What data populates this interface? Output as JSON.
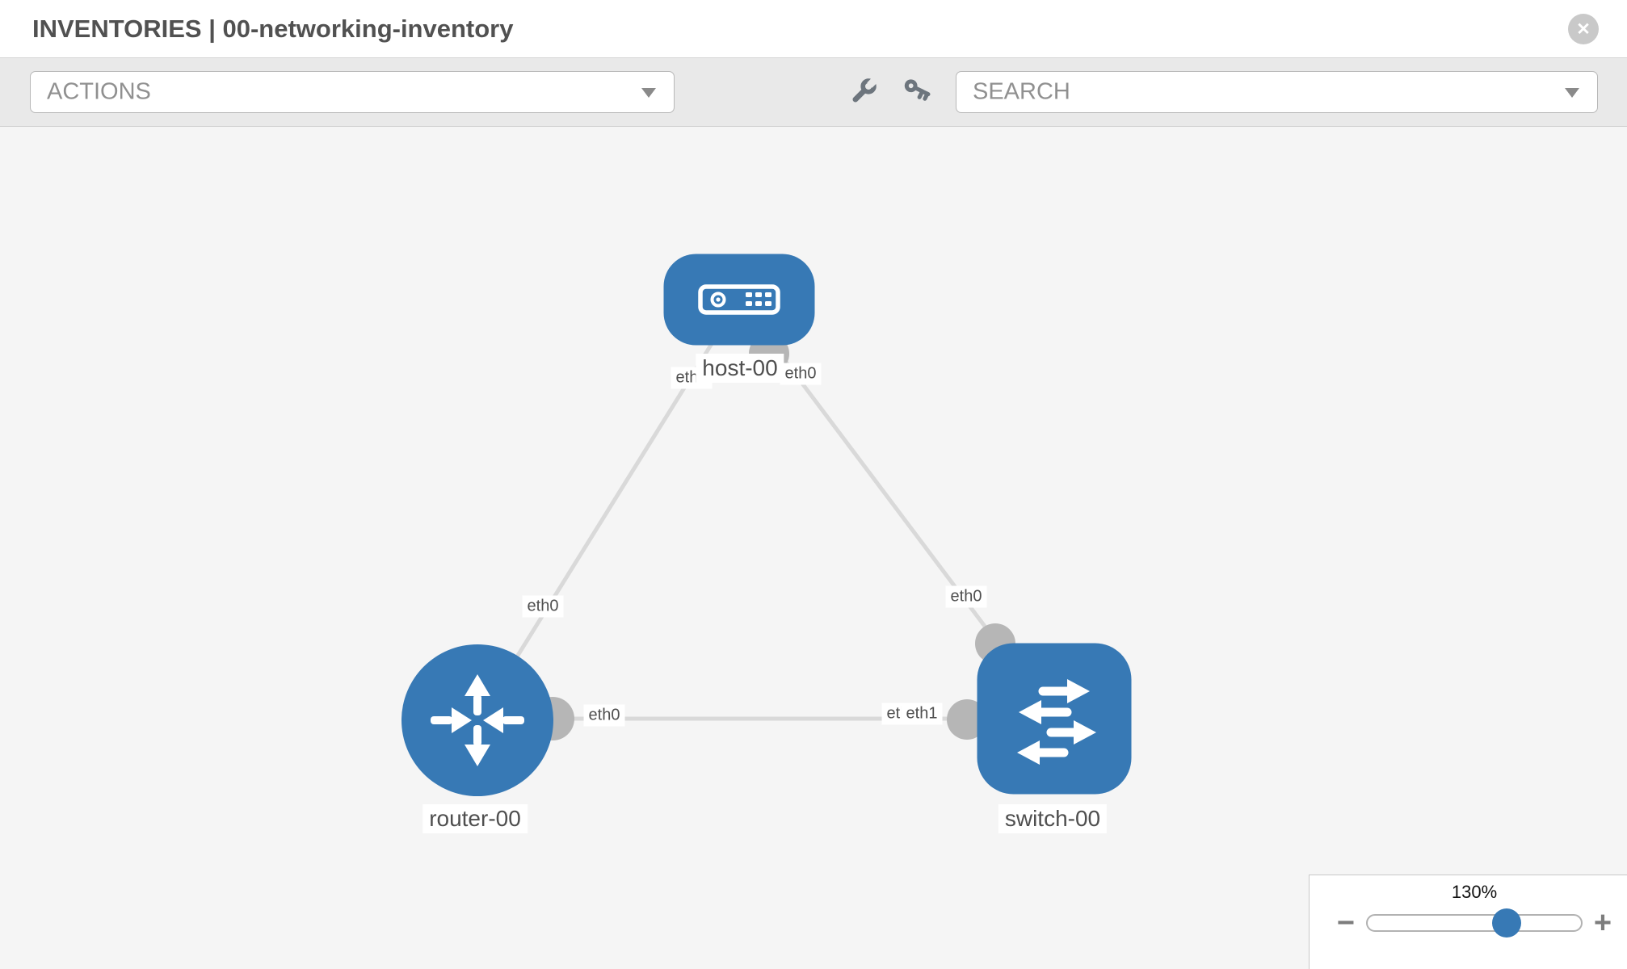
{
  "header": {
    "title": "INVENTORIES | 00-networking-inventory"
  },
  "toolbar": {
    "actions_label": "ACTIONS",
    "search_placeholder": "SEARCH",
    "tool_icons": [
      "wrench-icon",
      "key-icon"
    ]
  },
  "zoom_control": {
    "value": "130%",
    "thumb_percent": 65
  },
  "diagram": {
    "nodes": [
      {
        "id": "host-00",
        "label": "host-00",
        "type": "host",
        "shape": "rounded-rect"
      },
      {
        "id": "router-00",
        "label": "router-00",
        "type": "router",
        "shape": "circle"
      },
      {
        "id": "switch-00",
        "label": "switch-00",
        "type": "switch",
        "shape": "rounded-square"
      }
    ],
    "links": [
      {
        "from": "host-00",
        "to": "router-00",
        "from_if": "eth0",
        "to_if": "eth0"
      },
      {
        "from": "host-00",
        "to": "switch-00",
        "from_if": "eth0",
        "to_if": "eth0"
      },
      {
        "from": "router-00",
        "to": "switch-00",
        "from_if": "eth0",
        "to_if": "eth1",
        "to_if_overlapped": "eth0"
      }
    ]
  },
  "colors": {
    "node_fill": "#3779b5",
    "link": "#d9d9d9",
    "interface_dot": "#b6b6b6",
    "accent": "#3779b5"
  }
}
